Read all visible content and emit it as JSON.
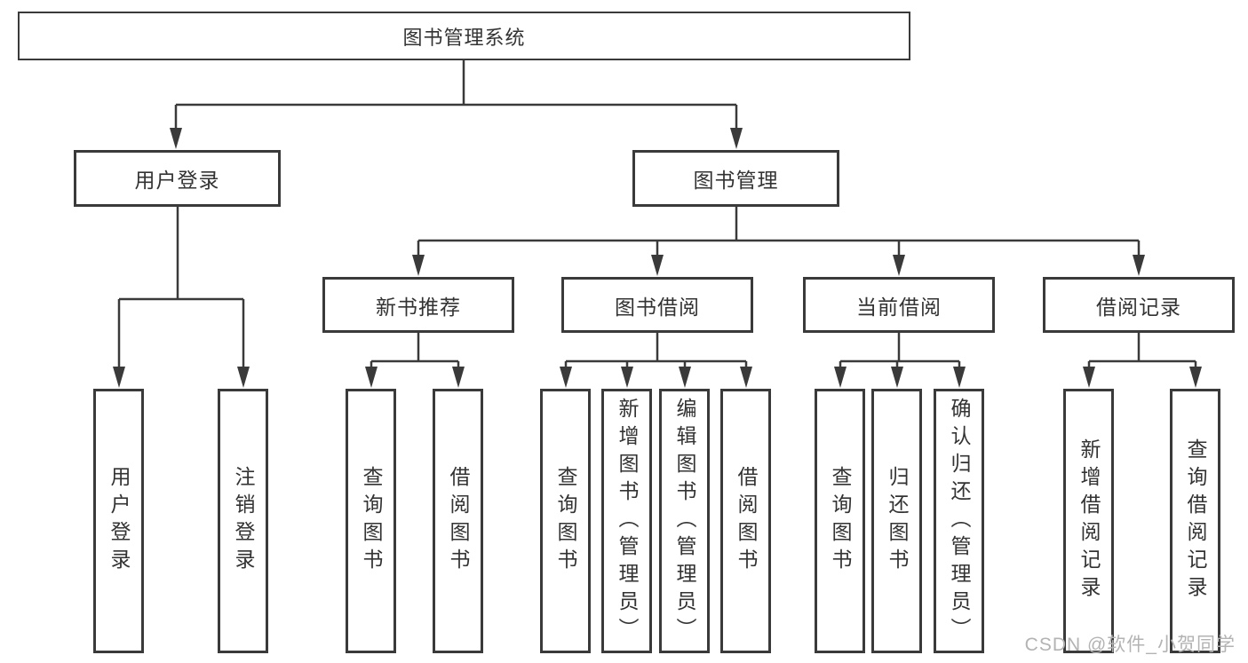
{
  "colors": {
    "line": "#3a3a3a",
    "box_border": "#3a3a3a",
    "box_fill": "#ffffff",
    "text": "#333333",
    "watermark": "#b3b3b3"
  },
  "watermark": {
    "text": "CSDN @软件_小贺同学"
  },
  "tree": {
    "root": {
      "label": "图书管理系统",
      "children": [
        {
          "label": "用户登录",
          "children": [
            {
              "label": "用户登录"
            },
            {
              "label": "注销登录"
            }
          ]
        },
        {
          "label": "图书管理",
          "children": [
            {
              "label": "新书推荐",
              "children": [
                {
                  "label": "查询图书"
                },
                {
                  "label": "借阅图书"
                }
              ]
            },
            {
              "label": "图书借阅",
              "children": [
                {
                  "label": "查询图书"
                },
                {
                  "label": "新增图书（管理员）"
                },
                {
                  "label": "编辑图书（管理员）"
                },
                {
                  "label": "借阅图书"
                }
              ]
            },
            {
              "label": "当前借阅",
              "children": [
                {
                  "label": "查询图书"
                },
                {
                  "label": "归还图书"
                },
                {
                  "label": "确认归还（管理员）"
                }
              ]
            },
            {
              "label": "借阅记录",
              "children": [
                {
                  "label": "新增借阅记录"
                },
                {
                  "label": "查询借阅记录"
                }
              ]
            }
          ]
        }
      ]
    }
  }
}
